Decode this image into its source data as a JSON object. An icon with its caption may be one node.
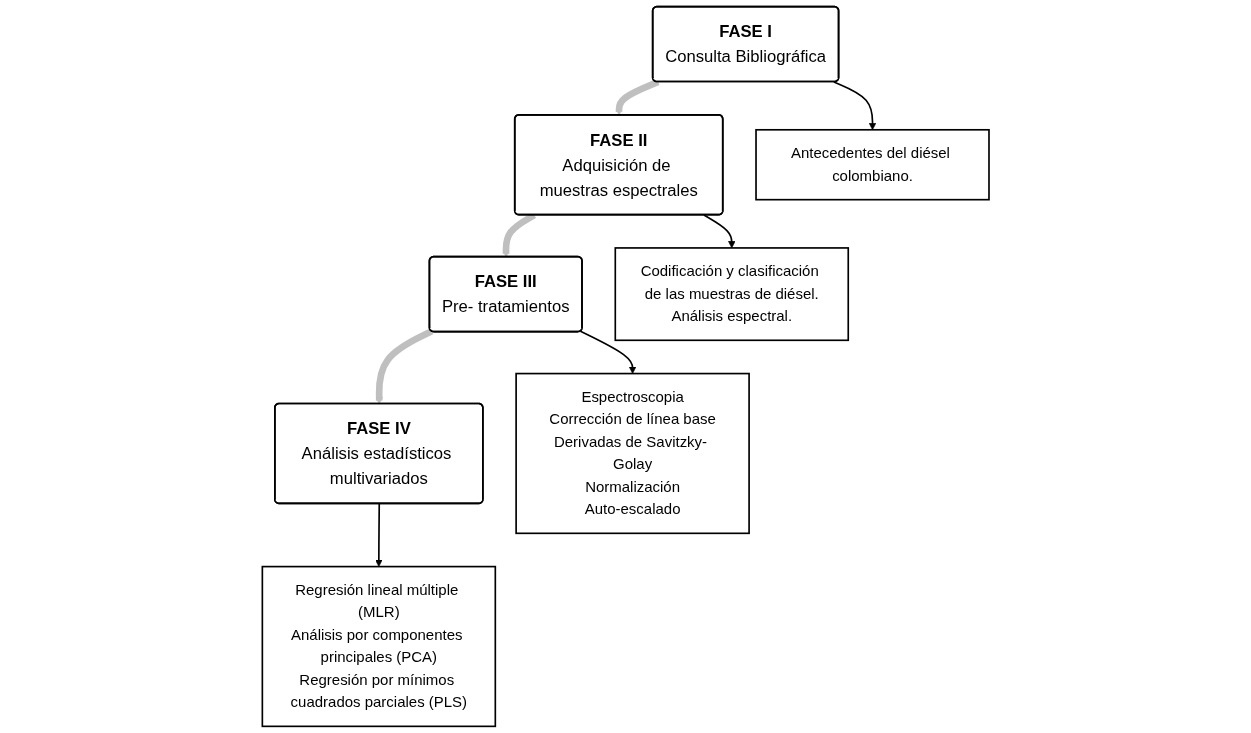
{
  "diagram": {
    "nodes": [
      {
        "text": [
          "FASE I",
          "Consulta Bibliográfica"
        ]
      },
      {
        "text": [
          "FASE II",
          "Adquisición de muestras espectrales"
        ]
      },
      {
        "text": [
          "FASE III",
          "Pre- tratamientos"
        ]
      },
      {
        "text": [
          "FASE IV",
          "Análisis estadísticos multivariados"
        ]
      },
      {
        "text": [
          "Antecedentes del diésel colombiano."
        ]
      },
      {
        "text": [
          "Codificación y clasificación de las muestras de diésel.",
          "Análisis espectral."
        ]
      },
      {
        "text": [
          "Espectroscopia",
          "Corrección de línea base",
          "Derivadas de Savitzky- Golay",
          "Normalización",
          "Auto-escalado"
        ]
      },
      {
        "text": [
          "Regresión lineal múltiple (MLR)",
          "Análisis por componentes principales (PCA)",
          "Regresión por mínimos cuadrados parciales (PLS)"
        ]
      }
    ],
    "edges": [
      {
        "from": 0,
        "to": 1,
        "arrow": "to",
        "style": "thick",
        "color": "#bfbfbf"
      },
      {
        "from": 1,
        "to": 2,
        "arrow": "to",
        "style": "thick",
        "color": "#bfbfbf"
      },
      {
        "from": 2,
        "to": 3,
        "arrow": "to",
        "style": "thick",
        "color": "#bfbfbf"
      },
      {
        "from": 0,
        "to": 4,
        "arrow": "to"
      },
      {
        "from": 1,
        "to": 5,
        "arrow": "to"
      },
      {
        "from": 2,
        "to": 6,
        "arrow": "to"
      },
      {
        "from": 3,
        "to": 7,
        "arrow": "to"
      }
    ]
  }
}
